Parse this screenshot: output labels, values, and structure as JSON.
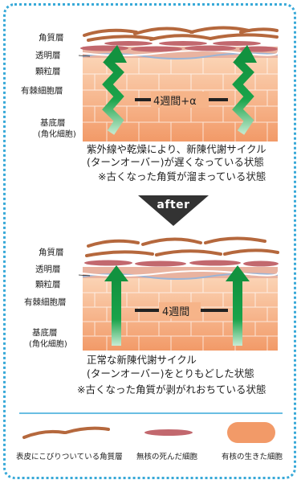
{
  "layer_labels": {
    "stratum_corneum": "角質層",
    "stratum_lucidum": "透明層",
    "stratum_granulosum": "顆粒層",
    "stratum_spinosum": "有棘細胞層",
    "stratum_basale": "基底層",
    "stratum_basale_note": "(角化細胞)"
  },
  "before": {
    "period": "4週間+α",
    "caption_line1": "紫外線や乾燥により、新陳代謝サイクル",
    "caption_line2": "(ターンオーバー)が遅くなっている状態",
    "caption_line3": "※古くなった角質が溜まっている状態"
  },
  "after_badge": "after",
  "after": {
    "period": "4週間",
    "caption_line1": "正常な新陳代謝サイクル",
    "caption_line2": "(ターンオーバー)をとりもどした状態",
    "caption_line3": "※古くなった角質が剥がれおちている状態"
  },
  "legend": {
    "adhered_horny_layer": "表皮にこびりついている角質層",
    "dead_cell": "無核の死んだ細胞",
    "living_cell": "有核の生きた細胞"
  },
  "colors": {
    "horny_brown": "#b5683d",
    "dead_cell": "#c2686e",
    "living_cell": "#f2a070",
    "arrow_green": "#1aa34a",
    "frame_blue": "#38a9d8",
    "badge_dark": "#333333"
  }
}
